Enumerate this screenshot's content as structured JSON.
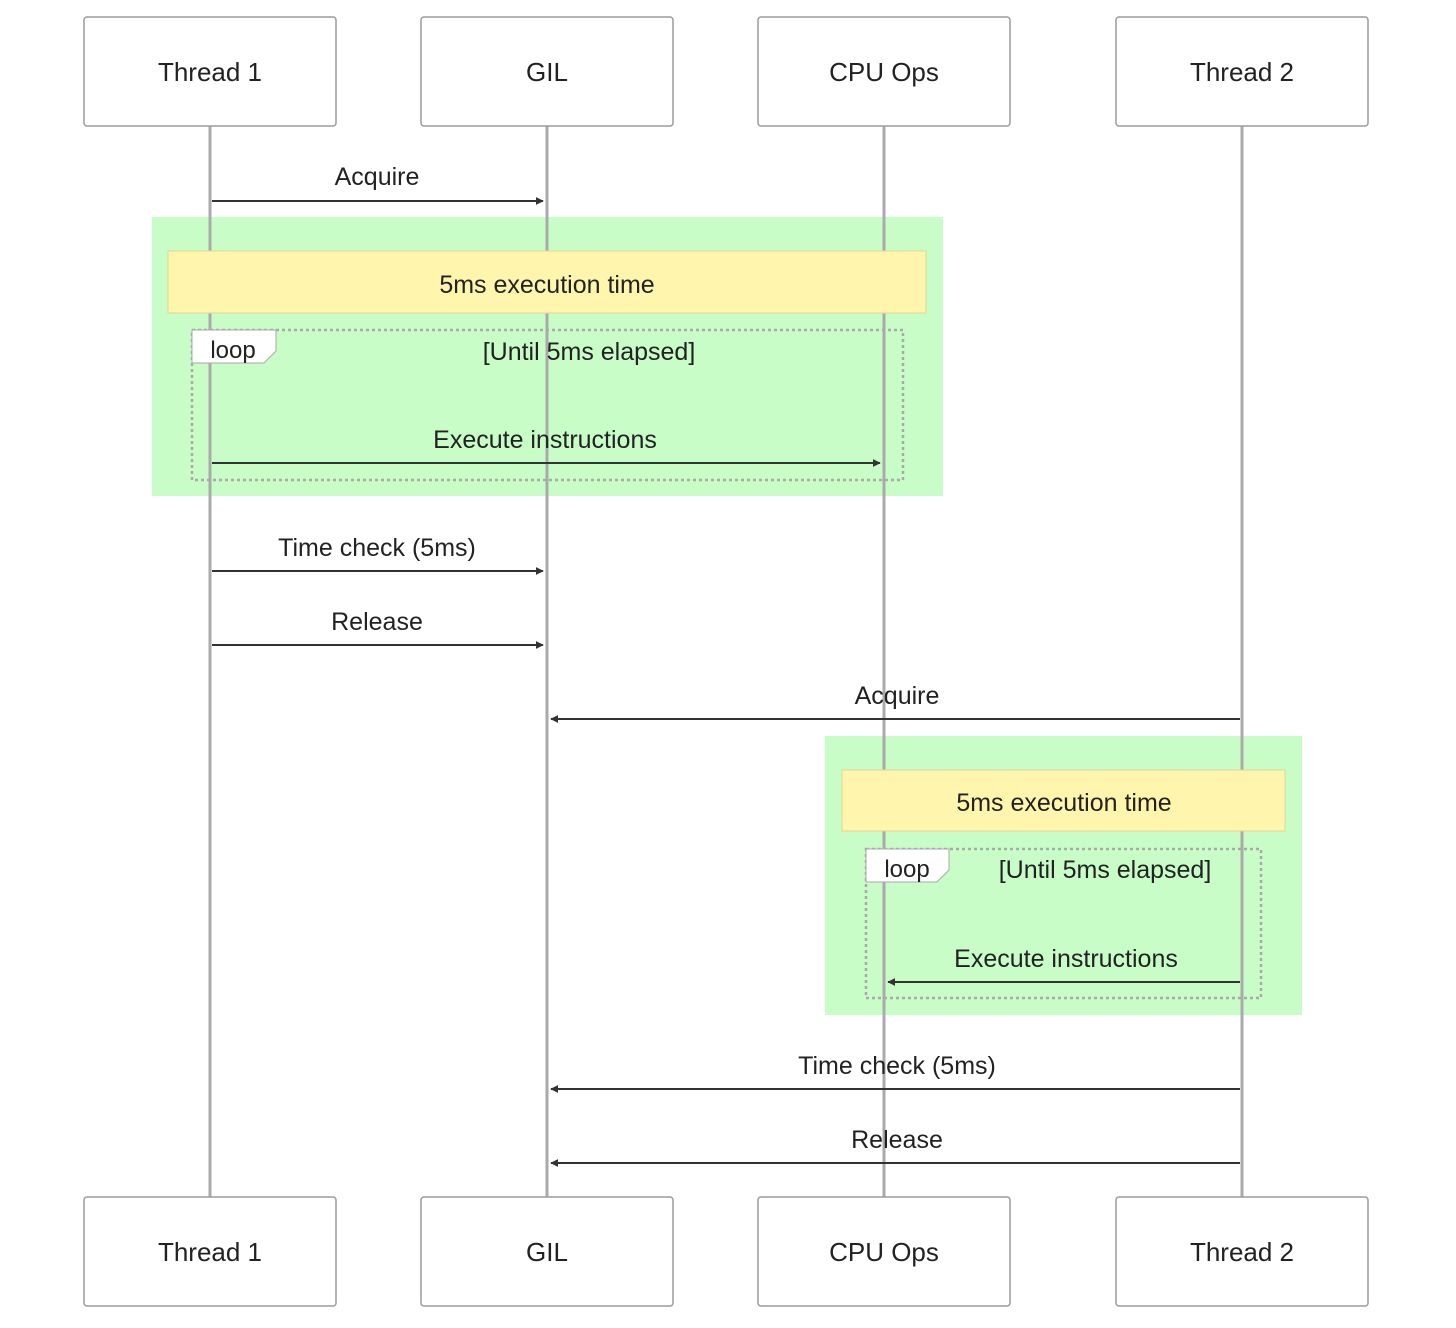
{
  "colors": {
    "lifeline": "#aaaaaa",
    "actor_border": "#9b9b9b",
    "actor_fill": "#ffffff",
    "arrow": "#333333",
    "highlight_fill": "#c8fdc8",
    "note_fill": "#fff5ad",
    "note_border": "#e6d58a",
    "loop_border": "#a9a9a9"
  },
  "participants": [
    {
      "id": "t1",
      "label": "Thread 1"
    },
    {
      "id": "gil",
      "label": "GIL"
    },
    {
      "id": "cpu",
      "label": "CPU Ops"
    },
    {
      "id": "t2",
      "label": "Thread 2"
    }
  ],
  "blocks": [
    {
      "note": "5ms execution time",
      "loop_tag": "loop",
      "loop_condition": "[Until 5ms elapsed]"
    },
    {
      "note": "5ms execution time",
      "loop_tag": "loop",
      "loop_condition": "[Until 5ms elapsed]"
    }
  ],
  "messages": [
    {
      "from": "t1",
      "to": "gil",
      "label": "Acquire"
    },
    {
      "from": "t1",
      "to": "cpu",
      "label": "Execute instructions"
    },
    {
      "from": "t1",
      "to": "gil",
      "label": "Time check (5ms)"
    },
    {
      "from": "t1",
      "to": "gil",
      "label": "Release"
    },
    {
      "from": "t2",
      "to": "gil",
      "label": "Acquire"
    },
    {
      "from": "t2",
      "to": "cpu",
      "label": "Execute instructions"
    },
    {
      "from": "t2",
      "to": "gil",
      "label": "Time check (5ms)"
    },
    {
      "from": "t2",
      "to": "gil",
      "label": "Release"
    }
  ]
}
